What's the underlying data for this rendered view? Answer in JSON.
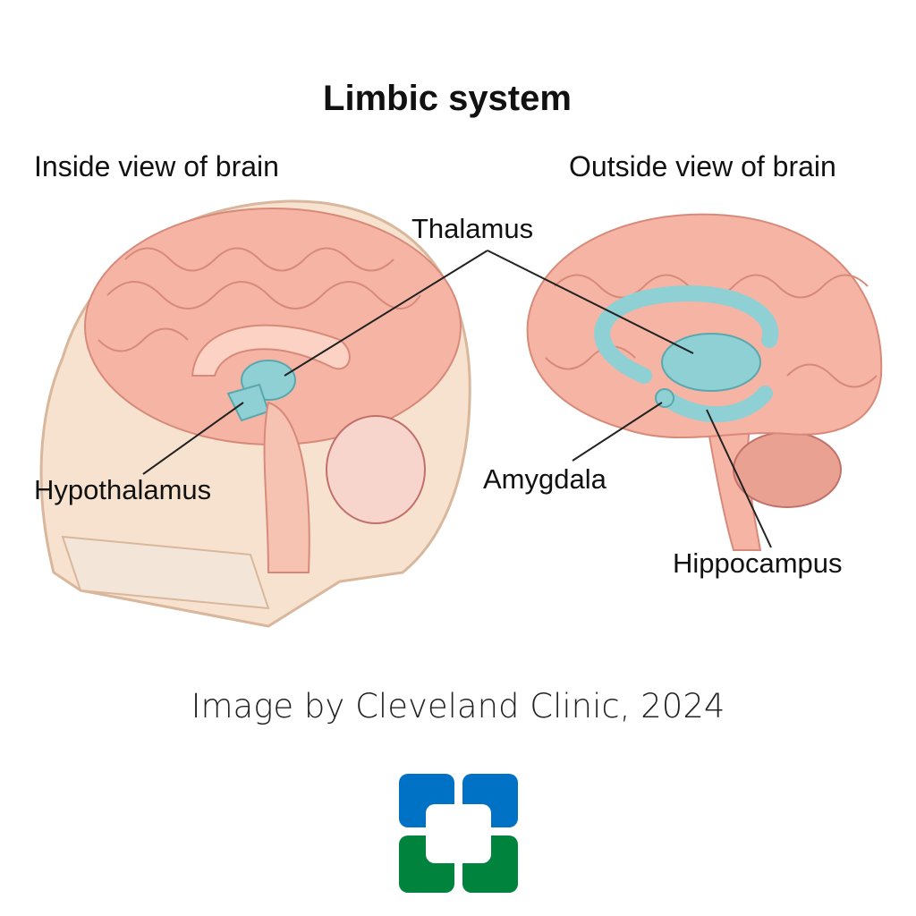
{
  "title": "Limbic system",
  "views": {
    "inside": "Inside view of brain",
    "outside": "Outside view of brain"
  },
  "labels": {
    "thalamus": "Thalamus",
    "hypothalamus": "Hypothalamus",
    "amygdala": "Amygdala",
    "hippocampus": "Hippocampus"
  },
  "credit": "Image by Cleveland Clinic, 2024",
  "logo": {
    "name": "Cleveland Clinic",
    "colors": {
      "blue": "#0072c6",
      "green": "#00843d"
    }
  },
  "colors": {
    "brain": "#f6b5a4",
    "limbic": "#8fd0d4",
    "skull": "#f5dcc4"
  }
}
